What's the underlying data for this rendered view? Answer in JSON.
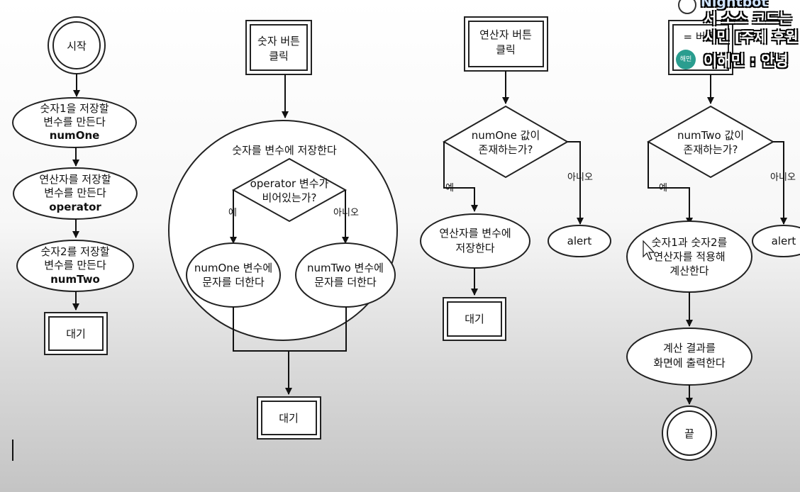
{
  "flow1": {
    "start": "시작",
    "make_num1": [
      "숫자1을 저장할",
      "변수를 만든다",
      "numOne"
    ],
    "make_op": [
      "연산자를 저장할",
      "변수를 만든다",
      "operator"
    ],
    "make_num2": [
      "숫자2를 저장할",
      "변수를 만든다",
      "numTwo"
    ],
    "wait": "대기"
  },
  "flow2": {
    "event": [
      "숫자 버튼",
      "클릭"
    ],
    "store": "숫자를 변수에 저장한다",
    "decision": [
      "operator 변수가",
      "비어있는가?"
    ],
    "yes": "예",
    "no": "아니오",
    "add_one": [
      "numOne 변수에",
      "문자를 더한다"
    ],
    "add_two": [
      "numTwo 변수에",
      "문자를 더한다"
    ],
    "wait": "대기"
  },
  "flow3": {
    "event": [
      "연산자 버튼",
      "클릭"
    ],
    "decision": [
      "numOne 값이",
      "존재하는가?"
    ],
    "yes": "예",
    "no": "아니오",
    "store_op": [
      "연산자를 변수에",
      "저장한다"
    ],
    "alert": "alert",
    "wait": "대기"
  },
  "flow4": {
    "event": [
      "= 버튼"
    ],
    "decision": [
      "numTwo 값이",
      "존재하는가?"
    ],
    "yes": "예",
    "no": "아니오",
    "calc": [
      "숫자1과 숫자2를",
      "연산자를 적용해",
      "계산한다"
    ],
    "alert": "alert",
    "output": [
      "계산 결과를",
      "화면에 출력한다"
    ],
    "end": "끝"
  },
  "overlay": {
    "bot_name": "Nightbot",
    "chat_line1": "서 소스 코드는",
    "chat_line2": "시민 [주제 후원",
    "avatar_label": "해민",
    "chat_line3": "이해민 : 안녕"
  }
}
